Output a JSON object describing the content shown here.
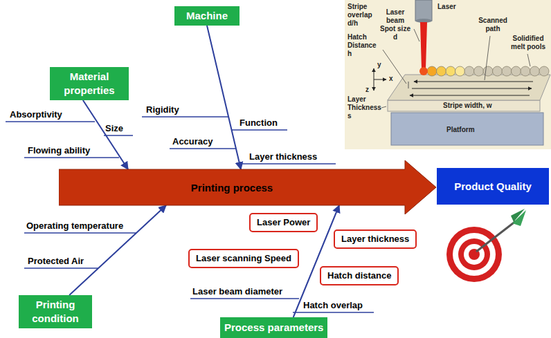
{
  "diagram": {
    "nodes": [
      {
        "text": [
          "Material properties"
        ]
      },
      {
        "text": [
          "Machine"
        ]
      },
      {
        "text": [
          "Printing process"
        ]
      },
      {
        "text": [
          "Product Quality"
        ]
      },
      {
        "text": [
          "Laser Power"
        ]
      },
      {
        "text": [
          "Layer thickness"
        ]
      },
      {
        "text": [
          "Laser scanning Speed"
        ]
      },
      {
        "text": [
          "Hatch distance"
        ]
      },
      {
        "text": [
          "Printing condition"
        ]
      },
      {
        "text": [
          "Process parameters"
        ]
      }
    ],
    "edges": [
      {
        "from": 0,
        "to": 2,
        "arrow": "to"
      },
      {
        "from": 1,
        "to": 2,
        "arrow": "to"
      },
      {
        "from": 8,
        "to": 2,
        "arrow": "to"
      },
      {
        "from": 9,
        "to": 2,
        "arrow": "to"
      }
    ],
    "labels": [
      "Absorptivity",
      "Size",
      "Flowing ability",
      "Rigidity",
      "Function",
      "Accuracy",
      "Layer thickness",
      "Operating temperature",
      "Protected Air",
      "Laser beam diameter",
      "Hatch overlap",
      "Laser",
      "Stripe overlap d/h",
      "Laser beam Spot size d",
      "Scanned path",
      "Solidified melt pools",
      "Hatch Distance h",
      "Layer Thickness s",
      "y",
      "x",
      "z",
      "Stripe width, w",
      "Platform"
    ]
  }
}
